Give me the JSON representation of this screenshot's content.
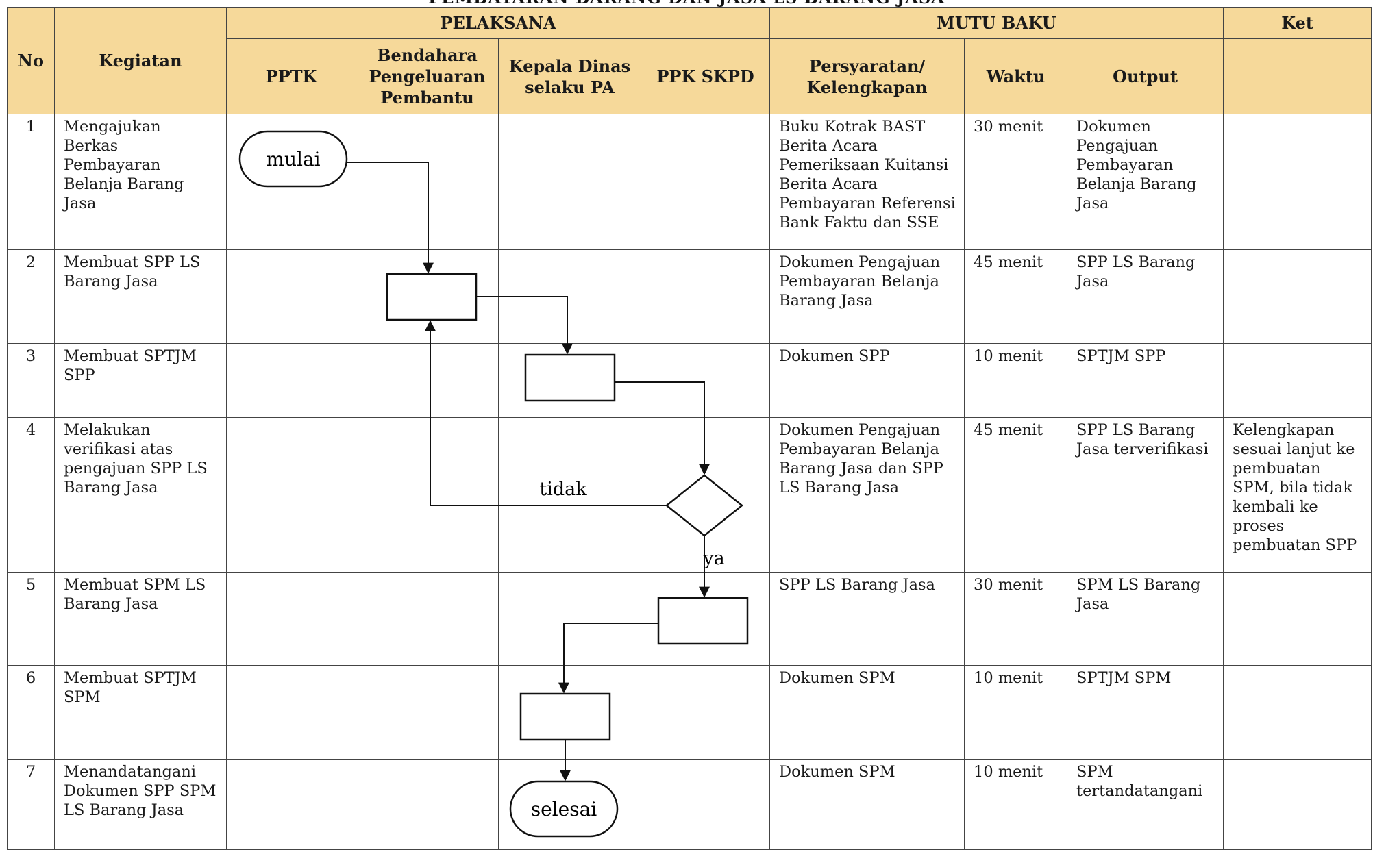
{
  "title": "PEMBAYARAN BARANG DAN JASA LS BARANG JASA",
  "headers": {
    "no": "No",
    "kegiatan": "Kegiatan",
    "pelaksana": "PELAKSANA",
    "mutu_baku": "MUTU BAKU",
    "ket": "Ket",
    "actors": [
      "PPTK",
      "Bendahara Pengeluaran Pembantu",
      "Kepala Dinas selaku PA",
      "PPK SKPD"
    ],
    "mutu": [
      "Persyaratan/ Kelengkapan",
      "Waktu",
      "Output"
    ]
  },
  "rows": [
    {
      "no": "1",
      "kegiatan": "Mengajukan Berkas Pembayaran Belanja Barang Jasa",
      "persyaratan": "Buku Kotrak BAST Berita Acara Pemeriksaan Kuitansi Berita Acara Pembayaran Referensi Bank Faktu dan SSE",
      "waktu": "30 menit",
      "output": "Dokumen Pengajuan Pembayaran Belanja Barang Jasa",
      "ket": ""
    },
    {
      "no": "2",
      "kegiatan": "Membuat SPP LS Barang Jasa",
      "persyaratan": "Dokumen Pengajuan Pembayaran Belanja Barang Jasa",
      "waktu": "45 menit",
      "output": "SPP LS Barang Jasa",
      "ket": ""
    },
    {
      "no": "3",
      "kegiatan": "Membuat SPTJM SPP",
      "persyaratan": "Dokumen SPP",
      "waktu": "10 menit",
      "output": "SPTJM SPP",
      "ket": ""
    },
    {
      "no": "4",
      "kegiatan": "Melakukan verifikasi atas pengajuan SPP LS Barang Jasa",
      "persyaratan": "Dokumen Pengajuan Pembayaran Belanja Barang Jasa dan SPP LS Barang Jasa",
      "waktu": "45 menit",
      "output": "SPP LS Barang Jasa terverifikasi",
      "ket": "Kelengkapan sesuai lanjut ke pembuatan SPM, bila tidak kembali ke proses pembuatan SPP"
    },
    {
      "no": "5",
      "kegiatan": "Membuat SPM LS Barang Jasa",
      "persyaratan": "SPP LS Barang Jasa",
      "waktu": "30 menit",
      "output": "SPM LS Barang Jasa",
      "ket": ""
    },
    {
      "no": "6",
      "kegiatan": "Membuat SPTJM SPM",
      "persyaratan": "Dokumen SPM",
      "waktu": "10 menit",
      "output": "SPTJM SPM",
      "ket": ""
    },
    {
      "no": "7",
      "kegiatan": "Menandatangani Dokumen SPP SPM LS Barang Jasa",
      "persyaratan": "Dokumen SPM",
      "waktu": "10 menit",
      "output": "SPM tertandatangani",
      "ket": ""
    }
  ],
  "flow_labels": {
    "start": "mulai",
    "end": "selesai",
    "no_branch": "tidak",
    "yes_branch": "ya"
  },
  "colors": {
    "header_bg": "#f6d99a",
    "border": "#444444",
    "line": "#111111"
  }
}
